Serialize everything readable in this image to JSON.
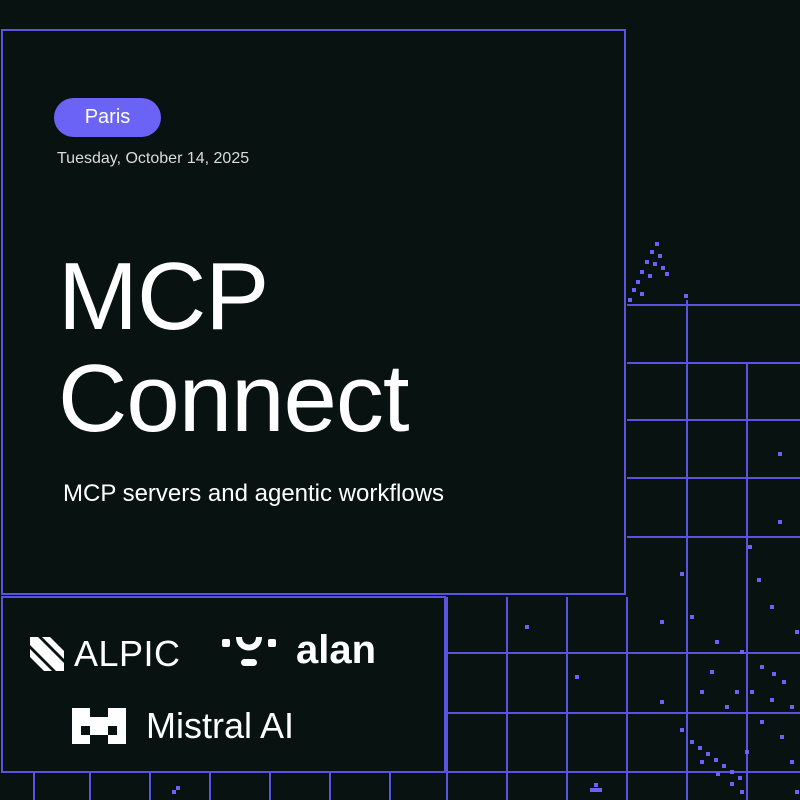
{
  "event": {
    "city_badge": "Paris",
    "date": "Tuesday, October 14, 2025",
    "title_line1": "MCP",
    "title_line2": "Connect",
    "subtitle": "MCP servers and agentic workflows"
  },
  "sponsors": {
    "alpic": "ALPIC",
    "alan": "alan",
    "mistral": "Mistral AI"
  },
  "colors": {
    "background": "#071211",
    "accent": "#6b63f5",
    "grid_line": "#5a52e0",
    "text": "#ffffff"
  },
  "icons": {
    "alpic_logo": "striped-square-logo",
    "alan_logo": "smile-dots-logo",
    "mistral_logo": "pixel-m-logo"
  }
}
